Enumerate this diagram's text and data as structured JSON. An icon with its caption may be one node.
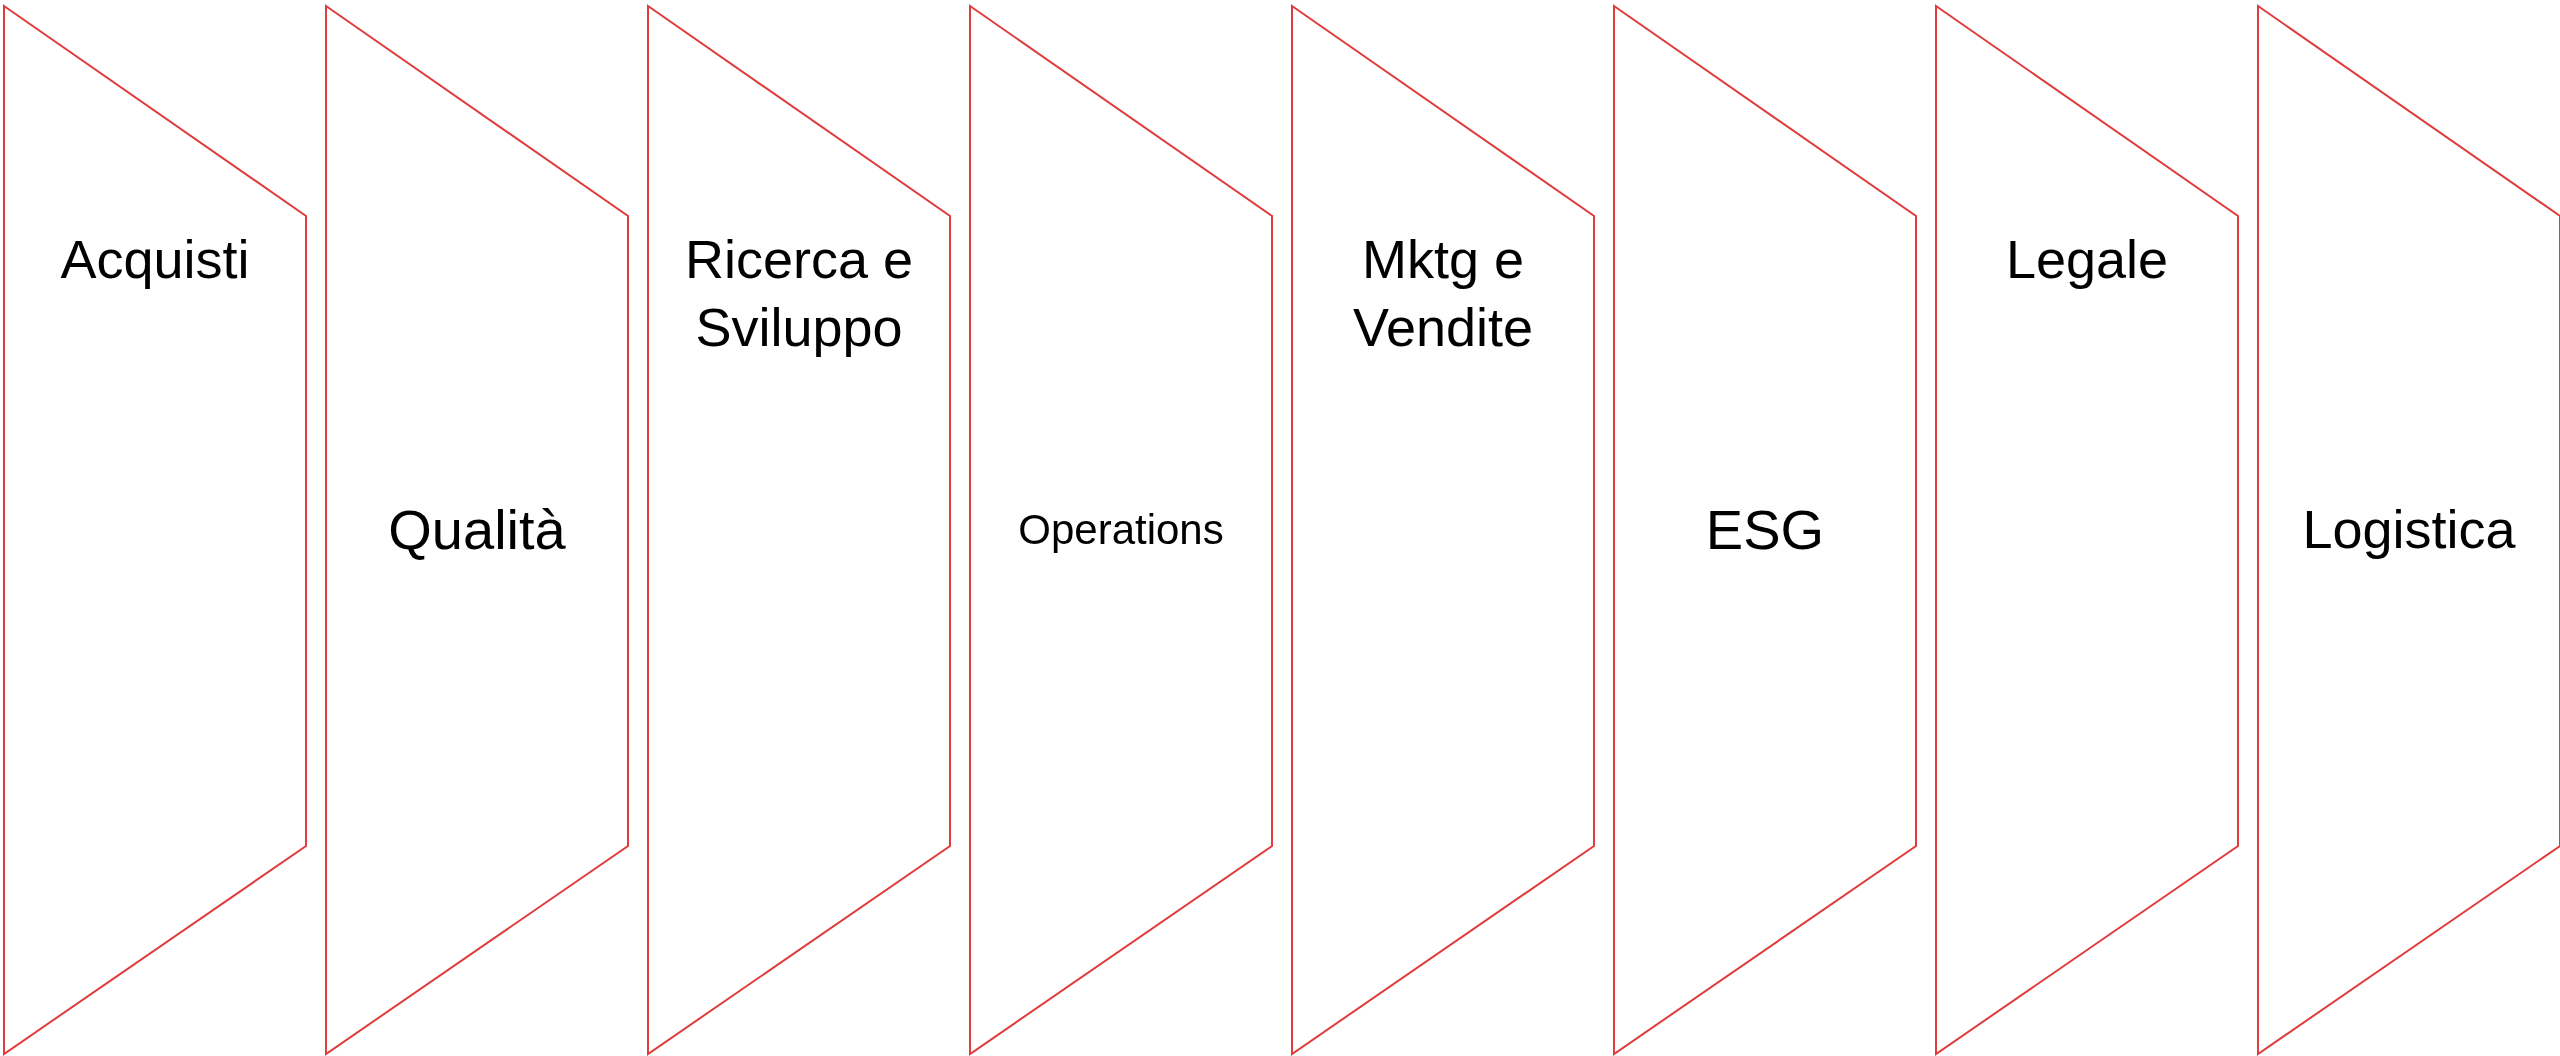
{
  "diagram": {
    "nodes": [
      {
        "text": [
          "Acquisti"
        ]
      },
      {
        "text": [
          "Qualità"
        ]
      },
      {
        "text": [
          "Ricerca e Sviluppo"
        ]
      },
      {
        "text": [
          "Operations"
        ]
      },
      {
        "text": [
          "Mktg e Vendite"
        ]
      },
      {
        "text": [
          "ESG"
        ]
      },
      {
        "text": [
          "Legale"
        ]
      },
      {
        "text": [
          "Logistica"
        ]
      }
    ]
  }
}
